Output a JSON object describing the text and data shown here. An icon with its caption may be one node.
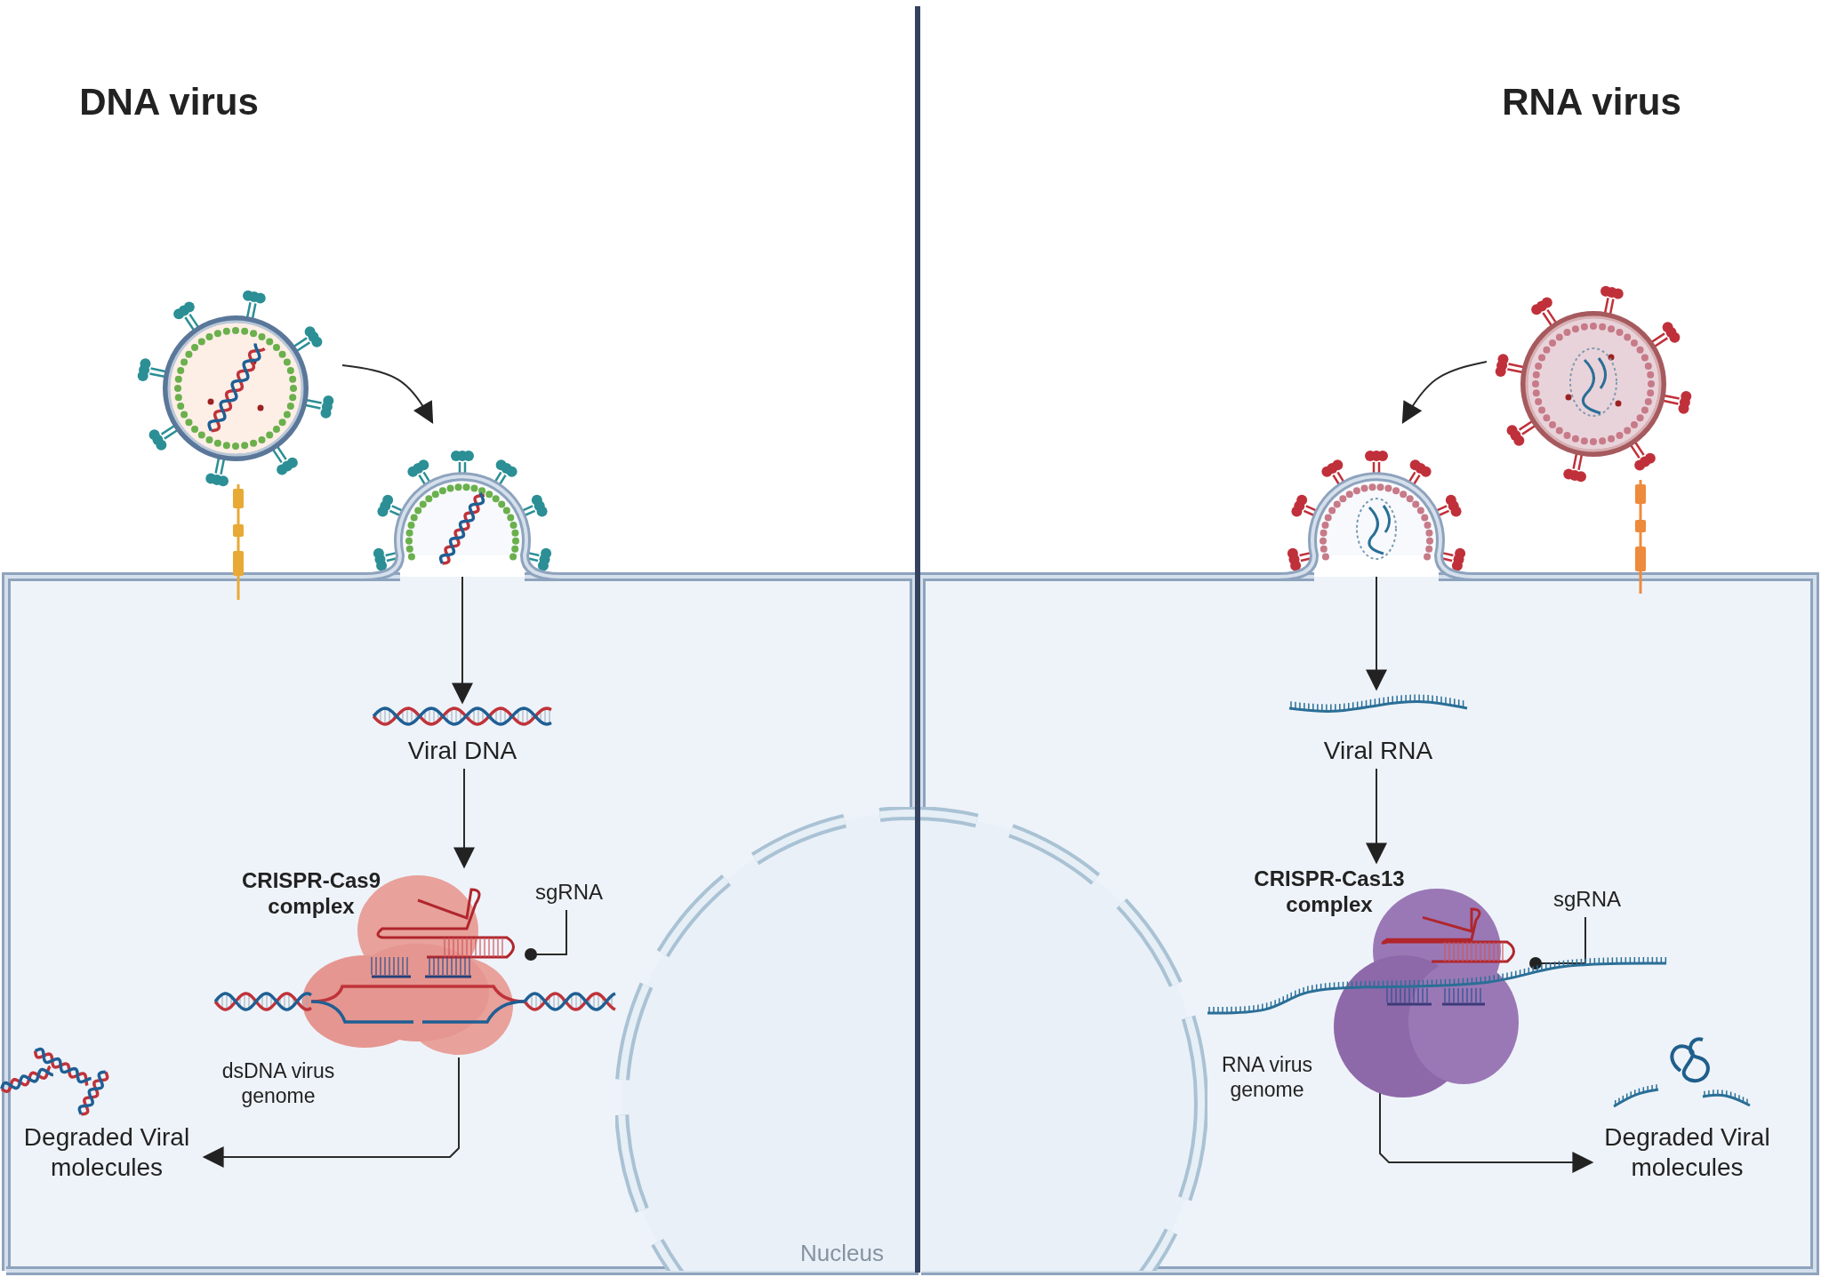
{
  "diagram": {
    "nodes": [
      {
        "text": [],
        "shape": "picture"
      },
      {
        "text": [],
        "shape": "picture"
      },
      {
        "text": [
          "Viral DNA"
        ]
      },
      {
        "text": [
          "CRISPR-Cas9 complex"
        ]
      },
      {
        "text": [
          "Degraded Viral molecules"
        ]
      },
      {
        "text": [
          "sgRNA"
        ]
      },
      {
        "text": [],
        "shape": "picture"
      },
      {
        "text": [],
        "shape": "picture"
      },
      {
        "text": [
          "Viral RNA"
        ]
      },
      {
        "text": [
          "CRISPR-Cas13 complex"
        ]
      },
      {
        "text": [
          "sgRNA"
        ]
      },
      {
        "text": [
          "Degraded Viral molecules"
        ]
      },
      {
        "text": [
          "Nucleus"
        ]
      }
    ],
    "edges": [
      {
        "from": 0,
        "to": 1,
        "arrow": "to"
      },
      {
        "from": 1,
        "to": 2,
        "arrow": "to"
      },
      {
        "from": 2,
        "to": 3,
        "arrow": "to"
      },
      {
        "from": 3,
        "to": 4,
        "arrow": "to"
      },
      {
        "from": 5,
        "to": 3,
        "arrow": "other"
      },
      {
        "from": 6,
        "to": 7,
        "arrow": "to"
      },
      {
        "from": 7,
        "to": 8,
        "arrow": "to"
      },
      {
        "from": 8,
        "to": 9,
        "arrow": "to"
      },
      {
        "from": 9,
        "to": 11,
        "arrow": "to"
      },
      {
        "from": 10,
        "to": 9,
        "arrow": "other"
      }
    ],
    "labels": [
      "DNA virus",
      "RNA virus",
      "dsDNA virus genome",
      "RNA virus genome"
    ]
  }
}
